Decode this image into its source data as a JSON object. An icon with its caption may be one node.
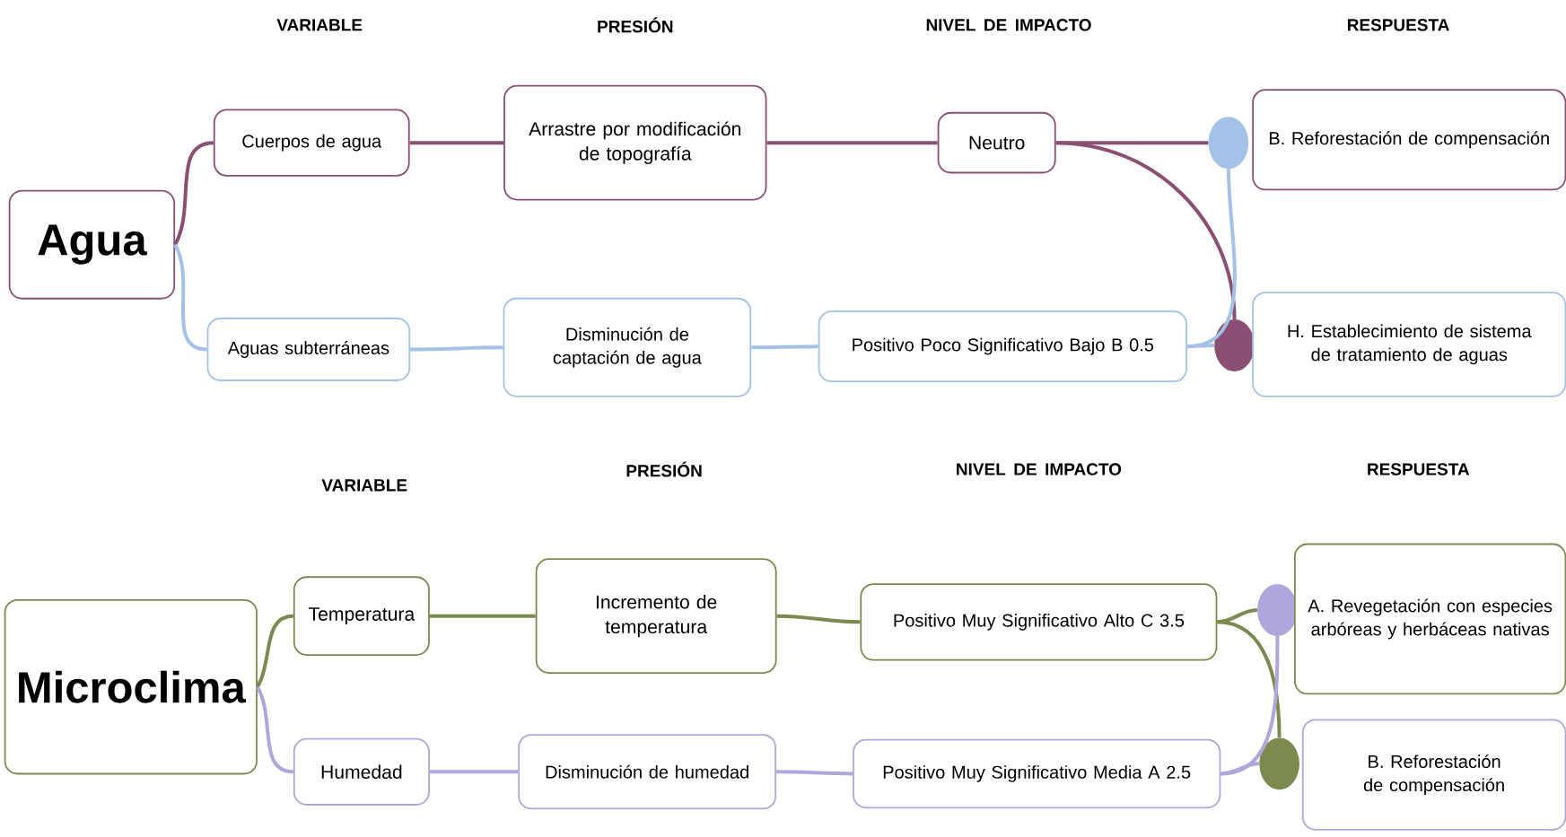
{
  "diagram": {
    "nodes": [
      {
        "text": [
          "Agua"
        ]
      },
      {
        "text": [
          "Cuerpos de agua"
        ]
      },
      {
        "text": [
          "Arrastre por modificación de topografía"
        ]
      },
      {
        "text": [
          "Neutro"
        ]
      },
      {
        "text": [],
        "shape": "circle"
      },
      {
        "text": [
          "B. Reforestación de compensación"
        ]
      },
      {
        "text": [
          "Aguas subterráneas"
        ]
      },
      {
        "text": [
          "Disminución de captación de agua"
        ]
      },
      {
        "text": [
          "Positivo Poco Significativo Bajo B 0.5"
        ]
      },
      {
        "text": [],
        "shape": "circle"
      },
      {
        "text": [
          "H. Establecimiento de sistema de tratamiento de aguas"
        ]
      },
      {
        "text": [
          "Microclima"
        ]
      },
      {
        "text": [
          "Temperatura"
        ]
      },
      {
        "text": [
          "Incremento de temperatura"
        ]
      },
      {
        "text": [
          "Positivo Muy Significativo Alto C 3.5"
        ]
      },
      {
        "text": [],
        "shape": "circle"
      },
      {
        "text": [
          "A. Revegetación con especies arbóreas y herbáceas nativas"
        ]
      },
      {
        "text": [
          "Humedad"
        ]
      },
      {
        "text": [
          "Disminución de humedad"
        ]
      },
      {
        "text": [
          "Positivo Muy Significativo Media A 2.5"
        ]
      },
      {
        "text": [],
        "shape": "circle"
      },
      {
        "text": [
          "B. Reforestación de compensación"
        ]
      }
    ],
    "edges": [
      {
        "from": 0,
        "to": 1,
        "arrow": "none",
        "color": "#8b4f74"
      },
      {
        "from": 1,
        "to": 2,
        "arrow": "none",
        "color": "#8b4f74"
      },
      {
        "from": 2,
        "to": 3,
        "arrow": "none",
        "color": "#8b4f74"
      },
      {
        "from": 3,
        "to": 4,
        "arrow": "none",
        "color": "#8b4f74"
      },
      {
        "from": 3,
        "to": 9,
        "arrow": "none",
        "color": "#8b4f74"
      },
      {
        "from": 0,
        "to": 6,
        "arrow": "none",
        "color": "#a4c2e8"
      },
      {
        "from": 6,
        "to": 7,
        "arrow": "none",
        "color": "#a4c2e8"
      },
      {
        "from": 7,
        "to": 8,
        "arrow": "none",
        "color": "#a4c2e8"
      },
      {
        "from": 8,
        "to": 9,
        "arrow": "none",
        "color": "#a4c2e8"
      },
      {
        "from": 8,
        "to": 4,
        "arrow": "none",
        "color": "#a4c2e8"
      },
      {
        "from": 11,
        "to": 12,
        "arrow": "none",
        "color": "#7b8a4e"
      },
      {
        "from": 12,
        "to": 13,
        "arrow": "none",
        "color": "#7b8a4e"
      },
      {
        "from": 13,
        "to": 14,
        "arrow": "none",
        "color": "#7b8a4e"
      },
      {
        "from": 14,
        "to": 15,
        "arrow": "none",
        "color": "#7b8a4e"
      },
      {
        "from": 14,
        "to": 20,
        "arrow": "none",
        "color": "#7b8a4e"
      },
      {
        "from": 11,
        "to": 17,
        "arrow": "none",
        "color": "#b0a6dc"
      },
      {
        "from": 17,
        "to": 18,
        "arrow": "none",
        "color": "#b0a6dc"
      },
      {
        "from": 18,
        "to": 19,
        "arrow": "none",
        "color": "#b0a6dc"
      },
      {
        "from": 19,
        "to": 20,
        "arrow": "none",
        "color": "#b0a6dc"
      },
      {
        "from": 19,
        "to": 15,
        "arrow": "none",
        "color": "#b0a6dc"
      }
    ],
    "labels": [
      "VARIABLE",
      "PRESIÓN",
      "NIVEL DE IMPACTO",
      "RESPUESTA",
      "VARIABLE",
      "PRESIÓN",
      "NIVEL DE IMPACTO",
      "RESPUESTA"
    ]
  }
}
